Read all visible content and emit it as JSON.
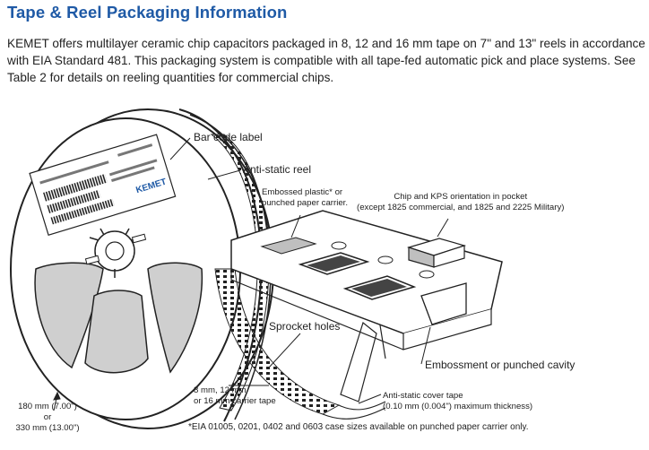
{
  "title": "Tape & Reel Packaging Information",
  "intro": "KEMET offers multilayer ceramic chip capacitors packaged in 8, 12 and 16 mm tape on 7\" and 13\" reels in accordance with EIA Standard 481. This packaging system is compatible with all tape-fed automatic pick and place systems. See Table 2 for details on reeling quantities for commercial chips.",
  "figure": {
    "labels": {
      "bar_code_label": "Bar code label",
      "anti_static_reel": "Anti-static reel",
      "embossed_carrier_1": "Embossed plastic* or",
      "embossed_carrier_2": "punched paper carrier.",
      "chip_orientation_1": "Chip and KPS orientation in pocket",
      "chip_orientation_2": "(except 1825 commercial, and 1825 and 2225 Military)",
      "sprocket_holes": "Sprocket holes",
      "embossment_cavity": "Embossment or punched cavity",
      "tape_width_1": "8 mm, 12 mm",
      "tape_width_2": "or 16 mm carrier tape",
      "cover_tape_1": "Anti-static cover tape",
      "cover_tape_2": "(0.10 mm (0.004\") maximum thickness)",
      "reel_size_1": "180 mm (7.00\")",
      "reel_size_2": "or",
      "reel_size_3": "330 mm (13.00\")",
      "reel_logo": "KEMET"
    },
    "footnote": "*EIA 01005, 0201, 0402 and 0603 case sizes available on punched paper carrier only."
  }
}
